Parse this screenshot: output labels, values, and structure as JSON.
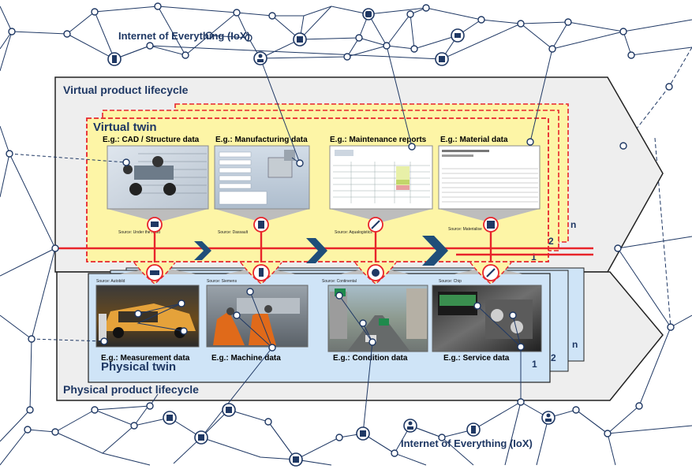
{
  "ioe": {
    "top_title": "Internet of Everything (IoX)",
    "bottom_title": "Internet of Everything (IoX)"
  },
  "virtual": {
    "lifecycle_title": "Virtual product lifecycle",
    "twin_title": "Virtual twin",
    "layers": [
      "1",
      "2",
      "n"
    ],
    "cards": [
      {
        "caption": "E.g.: CAD / Structure data",
        "source": "Source: Under the hood",
        "icon": "car-body-icon"
      },
      {
        "caption": "E.g.: Manufacturing data",
        "source": "Source: Dassault",
        "icon": "document-icon"
      },
      {
        "caption": "E.g.: Maintenance reports",
        "source": "Source: Aqualogistics",
        "icon": "wrench-icon"
      },
      {
        "caption": "E.g.: Material data",
        "source": "Source: Materialise",
        "icon": "checklist-icon"
      }
    ]
  },
  "physical": {
    "lifecycle_title": "Physical product lifecycle",
    "twin_title": "Physical twin",
    "layers": [
      "1",
      "2",
      "n"
    ],
    "cards": [
      {
        "caption": "E.g.: Measurement data",
        "source": "Source: Autobild",
        "icon": "car-icon"
      },
      {
        "caption": "E.g.: Machine data",
        "source": "Source: Siemens",
        "icon": "plug-icon"
      },
      {
        "caption": "E.g.: Condition data",
        "source": "Source: Continental",
        "icon": "sensor-icon"
      },
      {
        "caption": "E.g.: Service data",
        "source": "Source: Chip",
        "icon": "hammer-icon"
      }
    ]
  },
  "colors": {
    "navy": "#1f3864",
    "red": "#e8242b",
    "virtual_fill": "#fdf5a6",
    "physical_fill": "#cfe4f7",
    "lifecycle_fill": "#eeeeee",
    "chevron": "#1f4e79"
  }
}
